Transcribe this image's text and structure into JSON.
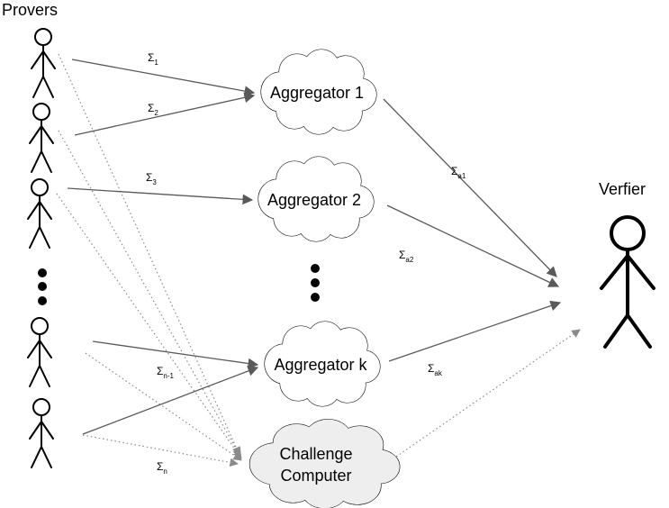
{
  "provers": {
    "title": "Provers"
  },
  "verifier": {
    "title": "Verfier"
  },
  "aggregators": [
    {
      "label": "Aggregator 1"
    },
    {
      "label": "Aggregator 2"
    },
    {
      "label": "Aggregator k"
    }
  ],
  "challenge": {
    "line1": "Challenge",
    "line2": "Computer"
  },
  "edge_labels": [
    {
      "symbol": "Σ",
      "sub": "1"
    },
    {
      "symbol": "Σ",
      "sub": "2"
    },
    {
      "symbol": "Σ",
      "sub": "3"
    },
    {
      "symbol": "Σ",
      "sub": "n-1"
    },
    {
      "symbol": "Σ",
      "sub": "n"
    },
    {
      "symbol": "Σ",
      "sub": "a1"
    },
    {
      "symbol": "Σ",
      "sub": "a2"
    },
    {
      "symbol": "Σ",
      "sub": "ak"
    }
  ],
  "colors": {
    "cloud_fill": "#ffffff",
    "challenge_fill": "#eeeeee",
    "edge": "#595959",
    "dotted_edge": "#8a8a8a"
  }
}
